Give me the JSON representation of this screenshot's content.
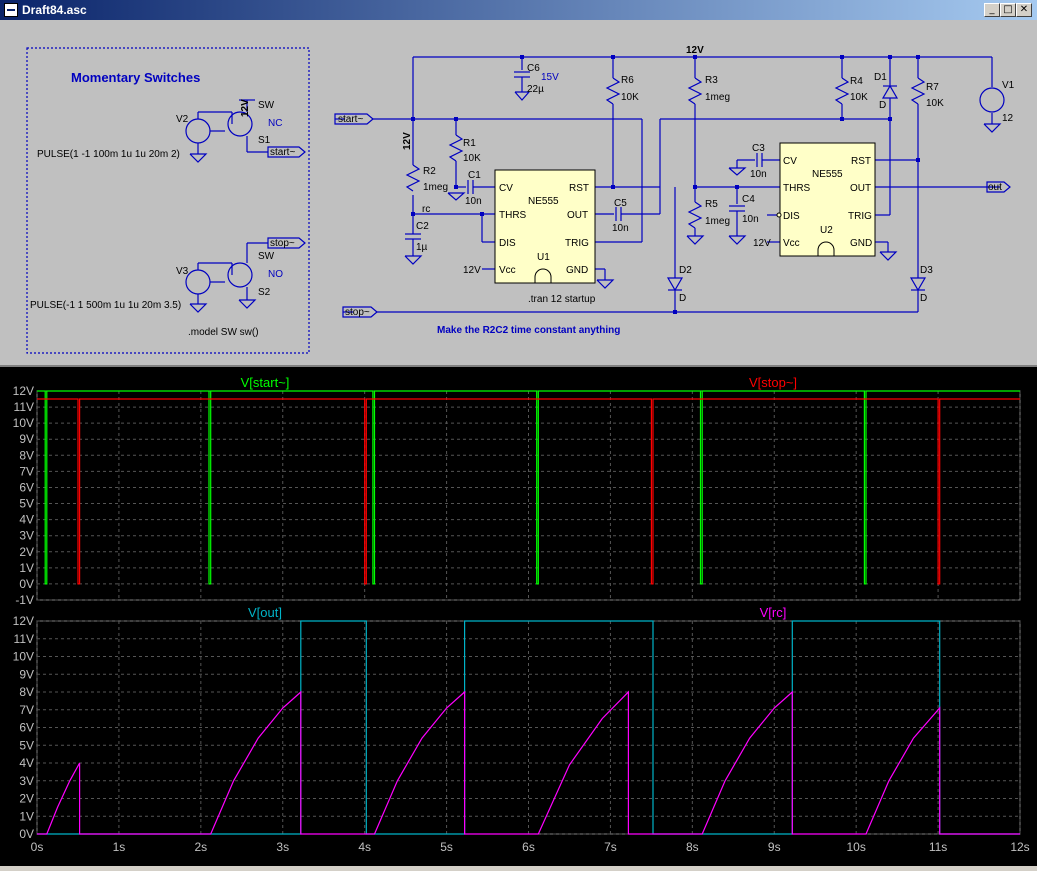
{
  "window": {
    "title": "Draft84.asc",
    "minimize": "_",
    "maximize": "□",
    "close": "✕"
  },
  "schematic": {
    "box_title": "Momentary Switches",
    "v2_pulse": "PULSE(1 -1 100m 1u 1u 20m 2)",
    "v3_pulse": "PULSE(-1 1 500m 1u 1u 20m 3.5)",
    "model": ".model SW sw()",
    "tran": ".tran 12 startup",
    "note": "Make the R2C2 time constant anything",
    "labels": {
      "start": "start~",
      "stop": "stop~",
      "out": "out",
      "rc": "rc",
      "v12": "12V",
      "sw": "SW",
      "nc": "NC",
      "no": "NO",
      "s1": "S1",
      "s2": "S2",
      "v2": "V2",
      "v3": "V3",
      "v1": "V1",
      "v1val": "12",
      "r1": "R1",
      "r1v": "10K",
      "r2": "R2",
      "r2v": "1meg",
      "r3": "R3",
      "r3v": "1meg",
      "r4": "R4",
      "r4v": "10K",
      "r5": "R5",
      "r5v": "1meg",
      "r6": "R6",
      "r6v": "10K",
      "r7": "R7",
      "r7v": "10K",
      "c1": "C1",
      "c1v": "10n",
      "c2": "C2",
      "c2v": "1µ",
      "c3": "C3",
      "c3v": "10n",
      "c4": "C4",
      "c4v": "10n",
      "c5": "C5",
      "c5v": "10n",
      "c6": "C6",
      "c6v": "22µ",
      "c6spec": "15V",
      "d": "D",
      "d1": "D1",
      "d2": "D2",
      "d3": "D3",
      "u1": "U1",
      "u2": "U2",
      "ne555": "NE555",
      "cv": "CV",
      "thrs": "THRS",
      "dis": "DIS",
      "vcc": "Vcc",
      "rst": "RST",
      "outp": "OUT",
      "trig": "TRIG",
      "gnd": "GND",
      "vcc12": "12V"
    }
  },
  "chart_data": [
    {
      "type": "line",
      "title": "",
      "xlabel": "",
      "ylabel": "",
      "xlim": [
        0,
        12
      ],
      "ylim": [
        -1,
        12
      ],
      "x_ticks": [
        "0s",
        "1s",
        "2s",
        "3s",
        "4s",
        "5s",
        "6s",
        "7s",
        "8s",
        "9s",
        "10s",
        "11s",
        "12s"
      ],
      "y_ticks": [
        "-1V",
        "0V",
        "1V",
        "2V",
        "3V",
        "4V",
        "5V",
        "6V",
        "7V",
        "8V",
        "9V",
        "10V",
        "11V",
        "12V"
      ],
      "grid": true,
      "series": [
        {
          "name": "V[start~]",
          "color": "#00ff00",
          "x": [
            0,
            0.1,
            0.1,
            0.12,
            0.12,
            2.1,
            2.1,
            2.12,
            2.12,
            4.1,
            4.1,
            4.12,
            4.12,
            6.1,
            6.1,
            6.12,
            6.12,
            8.1,
            8.1,
            8.12,
            8.12,
            10.1,
            10.1,
            10.12,
            10.12,
            12
          ],
          "y": [
            12,
            12,
            0,
            0,
            12,
            12,
            0,
            0,
            12,
            12,
            0,
            0,
            12,
            12,
            0,
            0,
            12,
            12,
            0,
            0,
            12,
            12,
            0,
            0,
            12,
            12
          ]
        },
        {
          "name": "V[stop~]",
          "color": "#ff0000",
          "x": [
            0,
            0.5,
            0.5,
            0.52,
            0.52,
            4.0,
            4.0,
            4.02,
            4.02,
            7.5,
            7.5,
            7.52,
            7.52,
            11.0,
            11.0,
            11.02,
            11.02,
            12
          ],
          "y": [
            11.5,
            11.5,
            0,
            0,
            11.5,
            11.5,
            0,
            0,
            11.5,
            11.5,
            0,
            0,
            11.5,
            11.5,
            0,
            0,
            11.5,
            11.5
          ]
        }
      ]
    },
    {
      "type": "line",
      "title": "",
      "xlabel": "",
      "ylabel": "",
      "xlim": [
        0,
        12
      ],
      "ylim": [
        0,
        12
      ],
      "x_ticks": [
        "0s",
        "1s",
        "2s",
        "3s",
        "4s",
        "5s",
        "6s",
        "7s",
        "8s",
        "9s",
        "10s",
        "11s",
        "12s"
      ],
      "y_ticks": [
        "0V",
        "1V",
        "2V",
        "3V",
        "4V",
        "5V",
        "6V",
        "7V",
        "8V",
        "9V",
        "10V",
        "11V",
        "12V"
      ],
      "grid": true,
      "series": [
        {
          "name": "V[out]",
          "color": "#00b4c8",
          "x": [
            0,
            3.22,
            3.22,
            4.02,
            4.02,
            5.22,
            5.22,
            7.52,
            7.52,
            9.22,
            9.22,
            11.02,
            11.02,
            12
          ],
          "y": [
            0,
            0,
            12,
            12,
            0,
            0,
            12,
            12,
            0,
            0,
            12,
            12,
            0,
            0
          ]
        },
        {
          "name": "V[rc]",
          "color": "#ff00ff",
          "x": [
            0,
            0.12,
            0.25,
            0.4,
            0.52,
            0.52,
            2.12,
            2.4,
            2.7,
            3.0,
            3.22,
            3.22,
            4.12,
            4.4,
            4.7,
            5.0,
            5.22,
            5.22,
            6.12,
            6.5,
            6.9,
            7.22,
            7.22,
            8.12,
            8.4,
            8.7,
            9.0,
            9.22,
            9.22,
            10.12,
            10.4,
            10.7,
            11.02,
            11.02,
            12
          ],
          "y": [
            0,
            0,
            1.5,
            3.0,
            4.0,
            0,
            0,
            3.0,
            5.4,
            7.1,
            8.0,
            0,
            0,
            3.0,
            5.4,
            7.1,
            8.0,
            0,
            0,
            3.9,
            6.5,
            8.0,
            0,
            0,
            3.0,
            5.4,
            7.1,
            8.0,
            0,
            0,
            3.0,
            5.4,
            7.1,
            0,
            0
          ]
        }
      ]
    }
  ]
}
